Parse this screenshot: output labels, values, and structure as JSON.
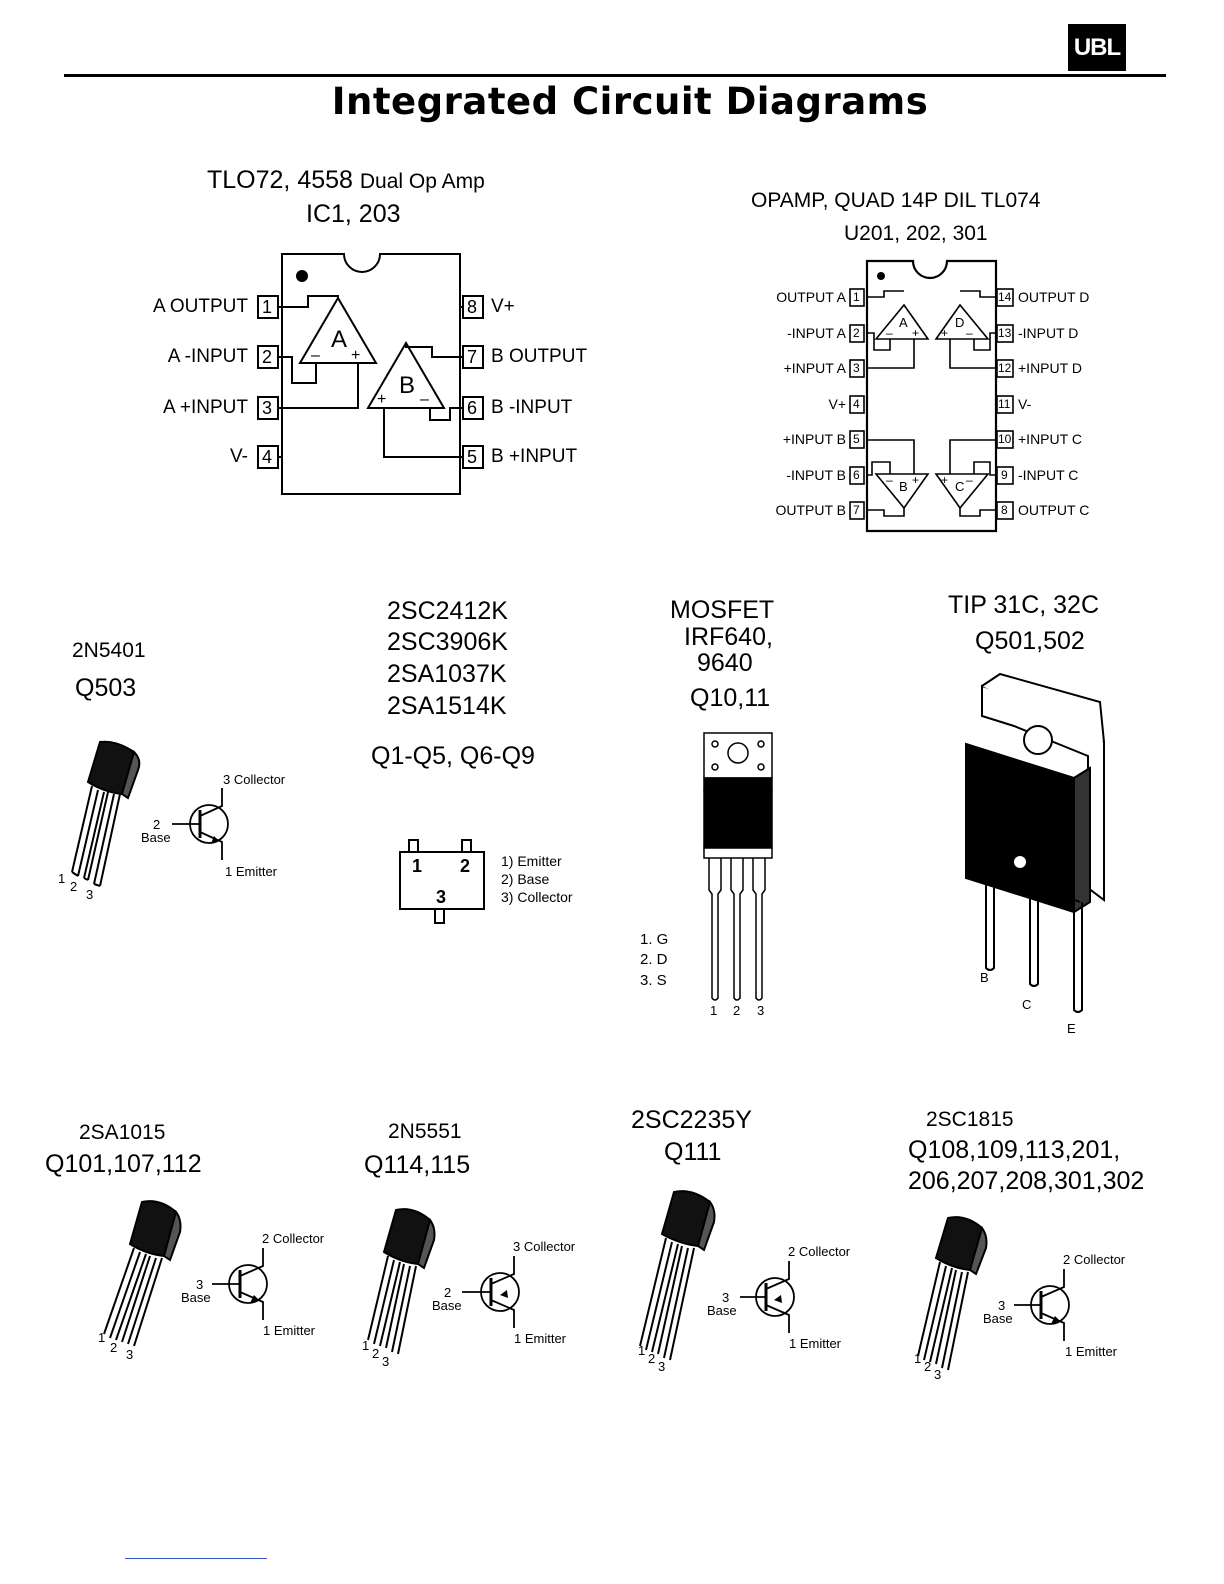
{
  "header": {
    "logo": "UBL",
    "title": "Integrated Circuit Diagrams"
  },
  "dual_opamp": {
    "title_part1": "TLO72, 4558",
    "title_part2": "Dual Op Amp",
    "subtitle": "IC1, 203",
    "amp_a": "A",
    "amp_b": "B",
    "pins": [
      {
        "num": "1",
        "label": "A OUTPUT"
      },
      {
        "num": "2",
        "label": "A -INPUT"
      },
      {
        "num": "3",
        "label": "A +INPUT"
      },
      {
        "num": "4",
        "label": "V-"
      },
      {
        "num": "5",
        "label": "B +INPUT"
      },
      {
        "num": "6",
        "label": "B -INPUT"
      },
      {
        "num": "7",
        "label": "B OUTPUT"
      },
      {
        "num": "8",
        "label": "V+"
      }
    ]
  },
  "quad_opamp": {
    "title": "OPAMP, QUAD 14P DIL TL074",
    "subtitle": "U201, 202, 301",
    "amps": [
      "A",
      "D",
      "B",
      "C"
    ],
    "pins": [
      {
        "num": "1",
        "label": "OUTPUT A"
      },
      {
        "num": "2",
        "label": "-INPUT A"
      },
      {
        "num": "3",
        "label": "+INPUT A"
      },
      {
        "num": "4",
        "label": "V+"
      },
      {
        "num": "5",
        "label": "+INPUT B"
      },
      {
        "num": "6",
        "label": "-INPUT B"
      },
      {
        "num": "7",
        "label": "OUTPUT B"
      },
      {
        "num": "8",
        "label": "OUTPUT C"
      },
      {
        "num": "9",
        "label": "-INPUT C"
      },
      {
        "num": "10",
        "label": "+INPUT C"
      },
      {
        "num": "11",
        "label": "V-"
      },
      {
        "num": "12",
        "label": "+INPUT D"
      },
      {
        "num": "13",
        "label": "-INPUT D"
      },
      {
        "num": "14",
        "label": "OUTPUT D"
      }
    ]
  },
  "q503": {
    "part": "2N5401",
    "ref": "Q503",
    "pin_nums": [
      "1",
      "2",
      "3"
    ],
    "collector": "3 Collector",
    "base_num": "2",
    "base": "Base",
    "emitter": "1 Emitter"
  },
  "smd": {
    "parts": [
      "2SC2412K",
      "2SC3906K",
      "2SA1037K",
      "2SA1514K"
    ],
    "ref": "Q1-Q5, Q6-Q9",
    "pad_nums": [
      "1",
      "2",
      "3"
    ],
    "legend": [
      "1) Emitter",
      "2) Base",
      "3) Collector"
    ]
  },
  "mosfet": {
    "type": "MOSFET",
    "part_line1": "IRF640,",
    "part_line2": "9640",
    "ref": "Q10,11",
    "legend": [
      "1. G",
      "2. D",
      "3. S"
    ],
    "pin_nums": [
      "1",
      "2",
      "3"
    ]
  },
  "tip": {
    "part": "TIP 31C, 32C",
    "ref": "Q501,502",
    "pins": [
      "B",
      "C",
      "E"
    ]
  },
  "bottom": [
    {
      "part": "2SA1015",
      "ref": "Q101,107,112",
      "ref2": "",
      "collector": "2 Collector",
      "base_num": "3",
      "base": "Base",
      "emitter": "1 Emitter",
      "pin_nums": [
        "1",
        "2",
        "3"
      ]
    },
    {
      "part": "2N5551",
      "ref": "Q114,115",
      "ref2": "",
      "collector": "3 Collector",
      "base_num": "2",
      "base": "Base",
      "emitter": "1 Emitter",
      "pin_nums": [
        "1",
        "2",
        "3"
      ]
    },
    {
      "part": "2SC2235Y",
      "ref": "Q111",
      "ref2": "",
      "collector": "2 Collector",
      "base_num": "3",
      "base": "Base",
      "emitter": "1 Emitter",
      "pin_nums": [
        "1",
        "2",
        "3"
      ]
    },
    {
      "part": "2SC1815",
      "ref": "Q108,109,113,201,",
      "ref2": "206,207,208,301,302",
      "collector": "2 Collector",
      "base_num": "3",
      "base": "Base",
      "emitter": "1 Emitter",
      "pin_nums": [
        "1",
        "2",
        "3"
      ]
    }
  ]
}
